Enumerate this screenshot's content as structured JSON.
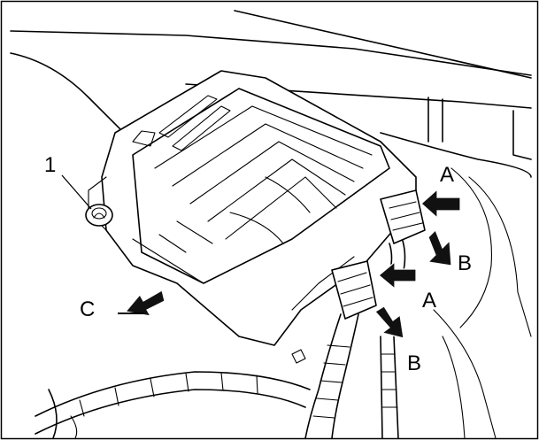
{
  "diagram": {
    "callouts": {
      "part_number": "1",
      "arrow_a_upper": "A",
      "arrow_b_upper": "B",
      "arrow_a_lower": "A",
      "arrow_b_lower": "B",
      "arrow_c": "C"
    },
    "colors": {
      "line": "#000000",
      "arrow": "#111111",
      "background": "#ffffff"
    }
  }
}
